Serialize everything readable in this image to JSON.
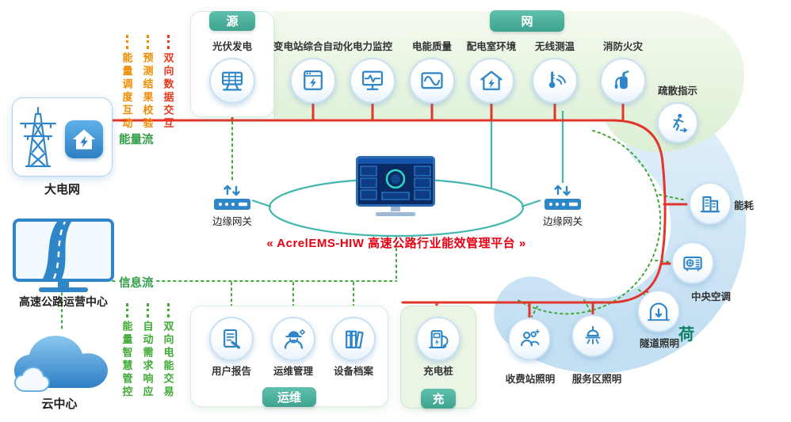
{
  "platform": {
    "title": "« AcrelEMS-HIW 高速公路行业能效管理平台 »"
  },
  "flows": {
    "energy_label": "能量流",
    "info_label": "信息流"
  },
  "left_column": {
    "grid_label": "大电网",
    "ops_center_label": "高速公路运营中心",
    "cloud_label": "云中心"
  },
  "annotations": {
    "top": [
      {
        "text": "能量调度互动",
        "color": "#f08c00"
      },
      {
        "text": "预测结果校验",
        "color": "#f08c00"
      },
      {
        "text": "双向数据交互",
        "color": "#e8391d"
      }
    ],
    "bottom": [
      {
        "text": "能量智慧管控",
        "color": "#3faa35"
      },
      {
        "text": "自动需求响应",
        "color": "#3faa35"
      },
      {
        "text": "双向电能交易",
        "color": "#3faa35"
      }
    ]
  },
  "gateways": {
    "left_label": "边缘网关",
    "right_label": "边缘网关"
  },
  "sections": {
    "source": {
      "badge": "源",
      "items": [
        {
          "label": "光伏发电",
          "icon": "solar-panel-icon"
        }
      ]
    },
    "grid": {
      "badge": "网",
      "items": [
        {
          "label": "变电站综合自动化",
          "icon": "substation-automation-icon"
        },
        {
          "label": "电力监控",
          "icon": "power-monitoring-icon"
        },
        {
          "label": "电能质量",
          "icon": "power-quality-icon"
        },
        {
          "label": "配电室环境",
          "icon": "distribution-room-icon"
        },
        {
          "label": "无线测温",
          "icon": "wireless-temperature-icon"
        },
        {
          "label": "消防火灾",
          "icon": "fire-extinguisher-icon"
        },
        {
          "label": "疏散指示",
          "icon": "evacuation-sign-icon"
        }
      ]
    },
    "load": {
      "badge": "荷",
      "items": [
        {
          "label": "能耗",
          "icon": "building-energy-icon"
        },
        {
          "label": "中央空调",
          "icon": "hvac-icon"
        },
        {
          "label": "隧道照明",
          "icon": "tunnel-lighting-icon"
        },
        {
          "label": "服务区照明",
          "icon": "service-area-lighting-icon"
        },
        {
          "label": "收费站照明",
          "icon": "toll-station-lighting-icon"
        }
      ]
    },
    "ops": {
      "badge": "运维",
      "items": [
        {
          "label": "用户报告",
          "icon": "user-report-icon"
        },
        {
          "label": "运维管理",
          "icon": "maintenance-icon"
        },
        {
          "label": "设备档案",
          "icon": "equipment-archive-icon"
        }
      ]
    },
    "charge": {
      "badge": "充",
      "items": [
        {
          "label": "充电桩",
          "icon": "ev-charger-icon"
        }
      ]
    }
  },
  "colors": {
    "energy_flow": "#e2352b",
    "info_flow": "#3faa35",
    "link_teal": "#43b7ae",
    "badge_teal": "#4eb3a2",
    "accent_blue": "#2e86c9",
    "panel_green": "#e4f2dc",
    "crescent_blue": "#cfe4f5",
    "title_red": "#e60012"
  }
}
